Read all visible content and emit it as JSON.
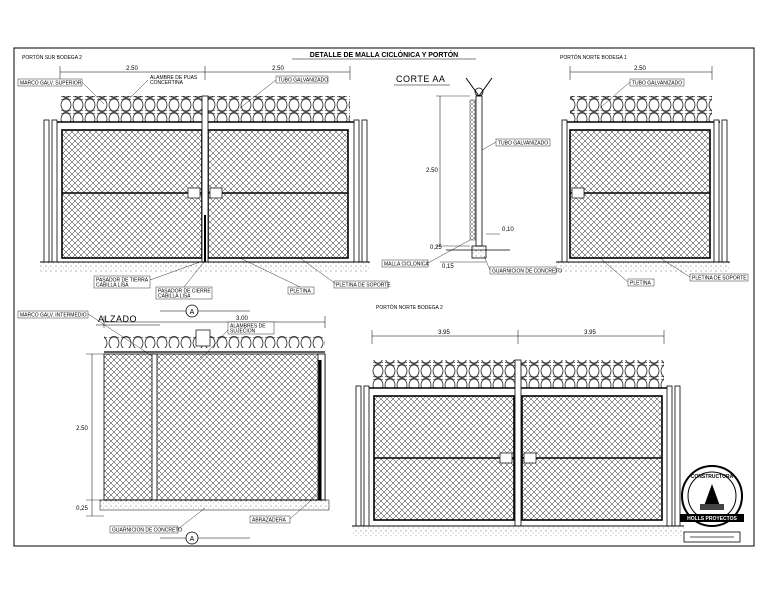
{
  "sheet": {
    "title": "DETALLE DE MALLA CICLÓNICA Y PORTÓN",
    "seal_text": "CONSTRUCTORA",
    "seal_lower_text": "HOLLS PROYECTOS"
  },
  "views": {
    "sur": {
      "title": "PORTÓN SUR BODEGA 2",
      "dim_left": "2.50",
      "dim_right": "2.50",
      "labels": {
        "marco_superior": "MARCO GALV. SUPERIOR",
        "alambre_puas": "ALAMBRE DE PUAS CONCERTINA",
        "tubo": "TUBO GALVANIZADO",
        "pasador_tierra": "PASADOR DE TIERRA CABILLA LISA",
        "pasador_cierre": "PASADOR DE CIERRE CABILLA LISA",
        "pletina": "PLETINA",
        "pletina_soporte": "PLETINA DE SOPORTE"
      }
    },
    "corte": {
      "title": "CORTE AA",
      "dim_height": "2.50",
      "dim_base_width": "0,10",
      "dim_base_height": "0,25",
      "dim_bottom": "0,15",
      "labels": {
        "tubo": "TUBO GALVANIZADO",
        "malla": "MALLA CICLONICA",
        "guarnicion": "GUARNICION DE CONCRETO"
      }
    },
    "norte1": {
      "title": "PORTÓN NORTE BODEGA 1",
      "dim_width": "2.50",
      "labels": {
        "tubo": "TUBO GALVANIZADO",
        "pletina": "PLETINA",
        "pletina_soporte": "PLETINA DE SOPORTE"
      }
    },
    "alzado": {
      "title": "ALZADO",
      "section_marker": "A",
      "dim_width": "3.00",
      "dim_height": "2.50",
      "dim_base": "0,25",
      "labels": {
        "marco_intermedio": "MARCO GALV. INTERMEDIO",
        "alambres_sujecion": "ALAMBRES DE SUJECION",
        "guarnicion": "GUARNICION DE CONCRETO",
        "abrazadera": "ABRAZADERA"
      }
    },
    "norte2": {
      "title": "PORTÓN NORTE BODEGA 2",
      "dim_left": "3.95",
      "dim_right": "3.95"
    }
  }
}
